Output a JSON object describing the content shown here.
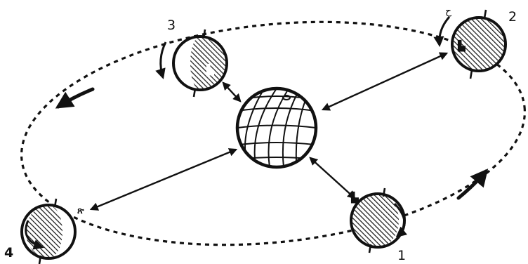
{
  "diagram": {
    "positions": [
      {
        "id": "1",
        "label": "1"
      },
      {
        "id": "2",
        "label": "2"
      },
      {
        "id": "3",
        "label": "3"
      },
      {
        "id": "4",
        "label": "4"
      }
    ]
  },
  "colors": {
    "ink": "#111111",
    "paper": "#ffffff"
  }
}
